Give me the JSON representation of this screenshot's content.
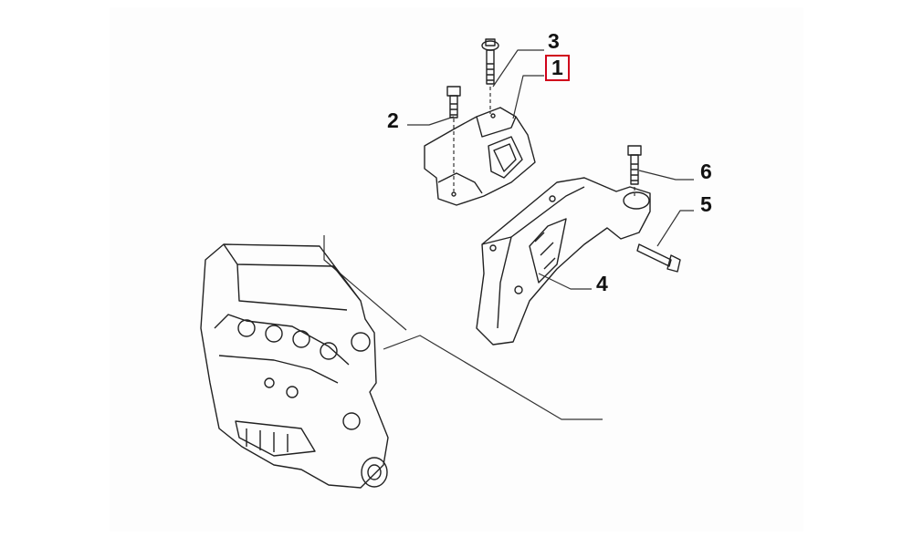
{
  "diagram": {
    "type": "exploded parts diagram",
    "highlight_color": "#d0021b",
    "callouts": [
      {
        "id": "1",
        "label": "1",
        "highlighted": true
      },
      {
        "id": "2",
        "label": "2",
        "highlighted": false
      },
      {
        "id": "3",
        "label": "3",
        "highlighted": false
      },
      {
        "id": "4",
        "label": "4",
        "highlighted": false
      },
      {
        "id": "5",
        "label": "5",
        "highlighted": false
      },
      {
        "id": "6",
        "label": "6",
        "highlighted": false
      }
    ]
  }
}
